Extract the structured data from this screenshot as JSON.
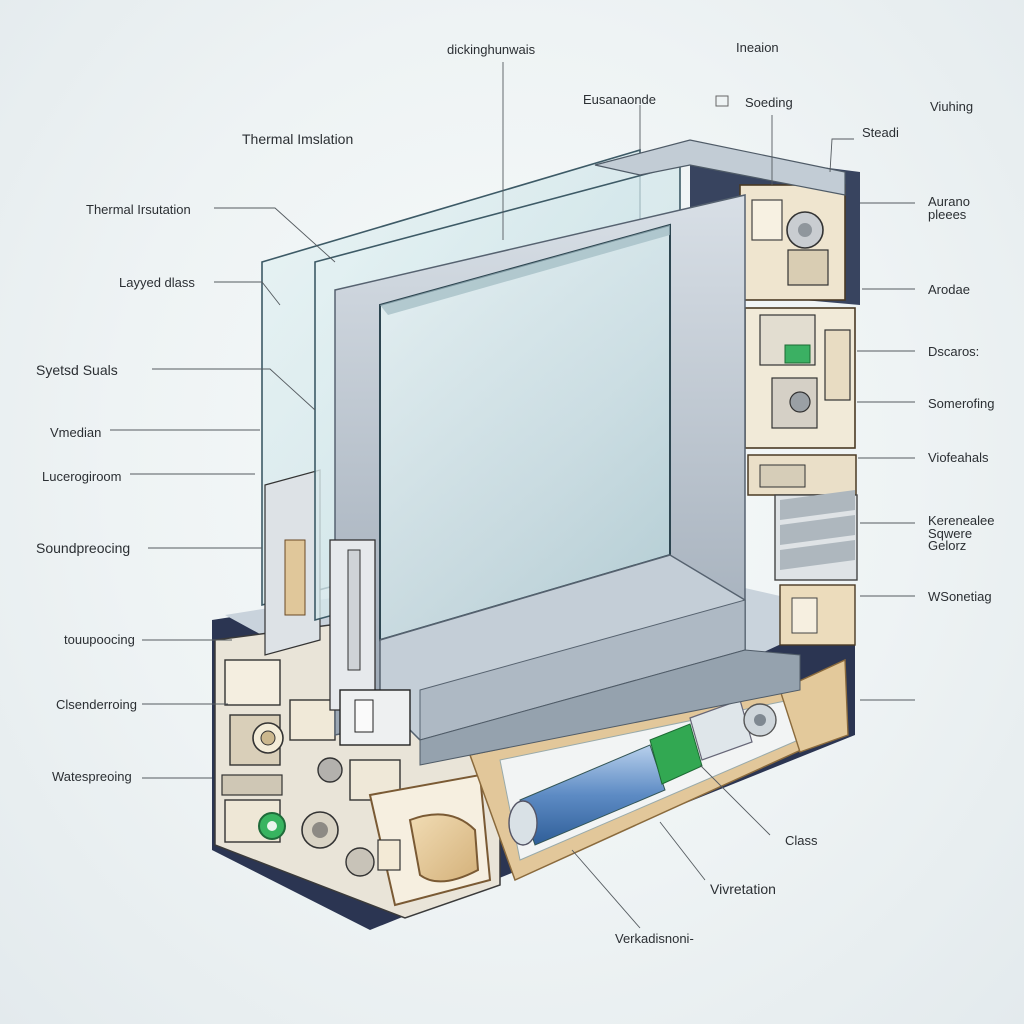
{
  "labels": {
    "thermal_insulation_top": "Thermal Imslation",
    "thermal_insulation_left": "Thermal Irsutation",
    "layered_glass": "Layyed dlass",
    "sealed_seals": "Syetsd Suals",
    "vmedian": "Vmedian",
    "luxeroom": "Lucerogiroom",
    "soundproofing": "Soundpreocing",
    "touproofing": "touupoocing",
    "glsendering": "Clsenderroing",
    "waterproofing": "Watespreoing",
    "top_center": "dickinghunwais",
    "top_mid": "Eusanaonde",
    "top_soeding": "Soeding",
    "top_ineation": "Ineaion",
    "steadi": "Steadi",
    "viuhing": "Viuhing",
    "aurano_1": "Aurano",
    "aurano_2": "pleees",
    "arodae": "Arodae",
    "dsoaros": "Dscaros:",
    "somerofing": "Somerofing",
    "viofeahals": "Viofeahals",
    "kerenealee_1": "Kerenealee",
    "kerenealee_2": "Sqwere",
    "kerenealee_3": "Gelorz",
    "wsonetiag": "WSonetiag",
    "class": "Class",
    "vivretation": "Vivretation",
    "verkadisnoni": "Verkadisnoni-"
  },
  "colors": {
    "frame": "#b8c3ce",
    "frame_dark": "#2a3450",
    "glass": "#cfe6ea",
    "wood": "#e7cfa3",
    "green_part": "#2ea44f",
    "blue_tube": "#6f97c8"
  }
}
